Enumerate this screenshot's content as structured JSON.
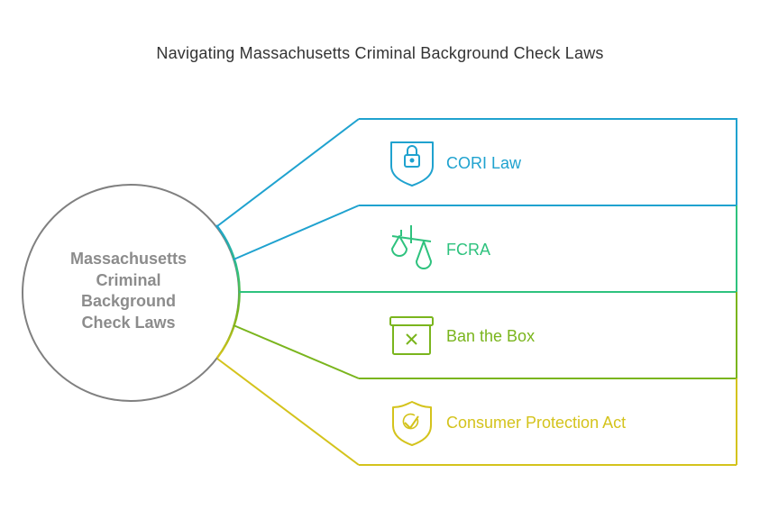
{
  "title": "Navigating Massachusetts Criminal Background Check Laws",
  "center": {
    "lines": [
      "Massachusetts",
      "Criminal",
      "Background",
      "Check Laws"
    ],
    "color": "#808080"
  },
  "items": [
    {
      "label": "CORI Law",
      "icon": "lock-shield-icon",
      "color": "#1fa2cf"
    },
    {
      "label": "FCRA",
      "icon": "balance-scale-icon",
      "color": "#2ec27e"
    },
    {
      "label": "Ban the Box",
      "icon": "box-with-x-icon",
      "color": "#7ab51d"
    },
    {
      "label": "Consumer Protection Act",
      "icon": "shield-check-icon",
      "color": "#d4c31c"
    }
  ]
}
